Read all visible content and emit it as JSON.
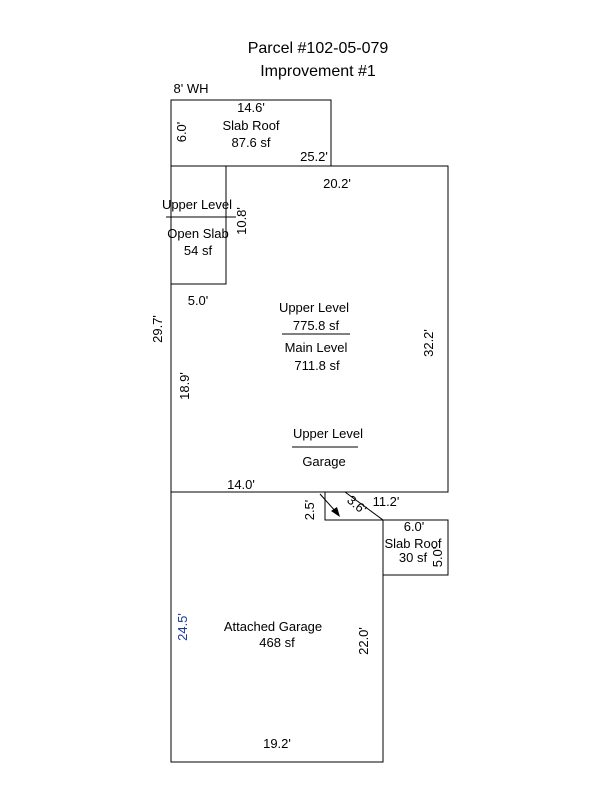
{
  "title": {
    "line1": "Parcel #102-05-079",
    "line2": "Improvement #1"
  },
  "areas": {
    "slab_roof_top": {
      "name": "Slab Roof",
      "area": "87.6 sf"
    },
    "open_slab": {
      "upper": "Upper Level",
      "name": "Open Slab",
      "area": "54 sf"
    },
    "main": {
      "upper": "Upper Level",
      "upper_area": "775.8 sf",
      "name": "Main Level",
      "area": "711.8 sf"
    },
    "garage_upper": {
      "upper": "Upper Level",
      "name": "Garage"
    },
    "slab_roof_right": {
      "name": "Slab Roof",
      "area": "30 sf"
    },
    "attached_garage": {
      "name": "Attached Garage",
      "area": "468 sf"
    }
  },
  "dimensions": {
    "wh": "8' WH",
    "d_14_6": "14.6'",
    "d_6_0_top": "6.0'",
    "d_25_2": "25.2'",
    "d_20_2": "20.2'",
    "d_10_8": "10.8'",
    "d_5_0": "5.0'",
    "d_29_7": "29.7'",
    "d_18_9": "18.9'",
    "d_32_2": "32.2'",
    "d_14_0": "14.0'",
    "d_2_5": "2.5'",
    "d_3_6": "3.6'",
    "d_11_2": "11.2'",
    "d_6_0_right": "6.0'",
    "d_5_0_right": "5.0'",
    "d_24_5": "24.5'",
    "d_22_0": "22.0'",
    "d_19_2": "19.2'"
  },
  "colors": {
    "lines": "#000000",
    "blue_dimension": "#1a3a9a"
  }
}
